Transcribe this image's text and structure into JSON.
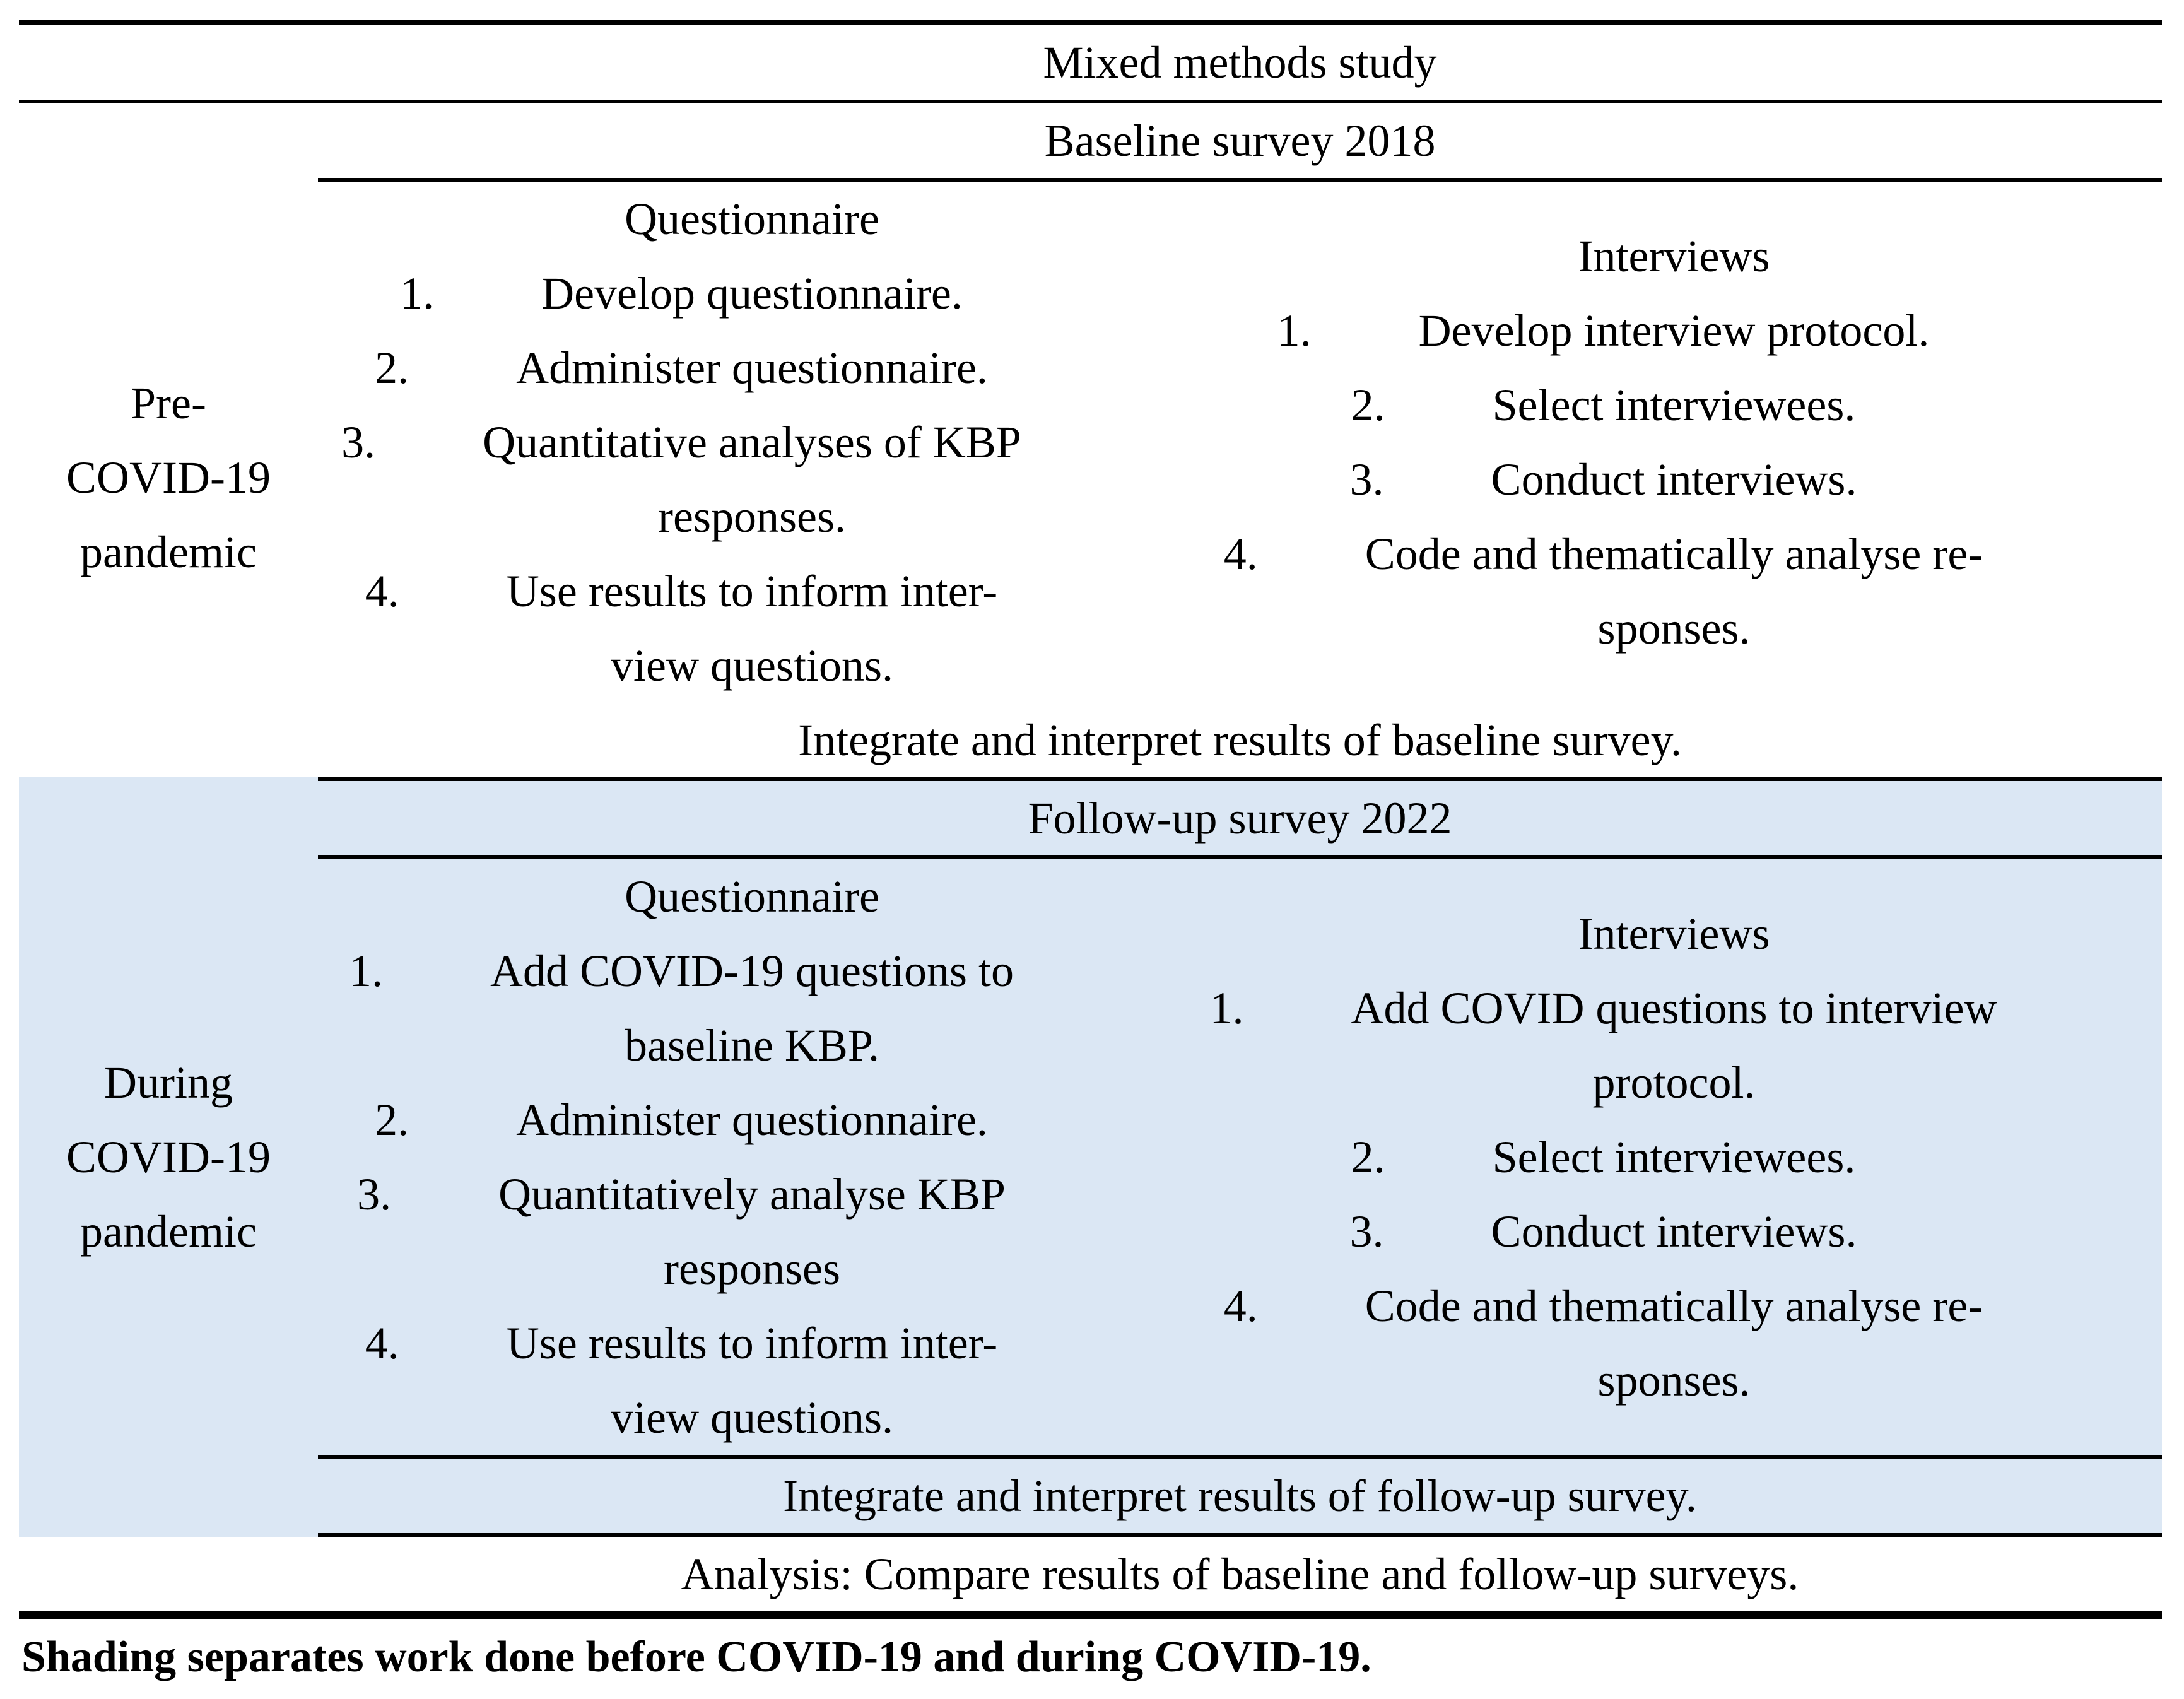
{
  "table": {
    "title": "Mixed methods study",
    "colors": {
      "shading": "#dbe7f4",
      "rule": "#000000"
    },
    "sections": {
      "baseline": {
        "row_label": {
          "lines": [
            "Pre-",
            "COVID-19",
            "pandemic"
          ]
        },
        "survey_header": "Baseline survey 2018",
        "questionnaire": {
          "heading": "Questionnaire",
          "items": [
            {
              "num": "1.",
              "lines": [
                "Develop questionnaire."
              ]
            },
            {
              "num": "2.",
              "lines": [
                "Administer questionnaire."
              ]
            },
            {
              "num": "3.",
              "lines": [
                "Quantitative analyses of KBP",
                "responses."
              ]
            },
            {
              "num": "4.",
              "lines": [
                "Use results to inform inter-",
                "view questions."
              ]
            }
          ]
        },
        "interviews": {
          "heading": "Interviews",
          "items": [
            {
              "num": "1.",
              "lines": [
                "Develop interview protocol."
              ]
            },
            {
              "num": "2.",
              "lines": [
                "Select interviewees."
              ]
            },
            {
              "num": "3.",
              "lines": [
                "Conduct interviews."
              ]
            },
            {
              "num": "4.",
              "lines": [
                "Code and thematically analyse re-",
                "sponses."
              ]
            }
          ]
        },
        "integrate": "Integrate and interpret results of baseline survey."
      },
      "during": {
        "row_label": {
          "lines": [
            "During",
            "COVID-19",
            "pandemic"
          ]
        },
        "survey_header": "Follow-up survey 2022",
        "questionnaire": {
          "heading": "Questionnaire",
          "items": [
            {
              "num": "1.",
              "lines": [
                "Add COVID-19 questions to",
                "baseline KBP."
              ]
            },
            {
              "num": "2.",
              "lines": [
                "Administer questionnaire."
              ]
            },
            {
              "num": "3.",
              "lines": [
                "Quantitatively analyse KBP",
                "responses"
              ]
            },
            {
              "num": "4.",
              "lines": [
                "Use results to inform inter-",
                "view questions."
              ]
            }
          ]
        },
        "interviews": {
          "heading": "Interviews",
          "items": [
            {
              "num": "1.",
              "lines": [
                "Add COVID questions to interview",
                "protocol."
              ]
            },
            {
              "num": "2.",
              "lines": [
                "Select interviewees."
              ]
            },
            {
              "num": "3.",
              "lines": [
                "Conduct interviews."
              ]
            },
            {
              "num": "4.",
              "lines": [
                "Code and thematically analyse re-",
                "sponses."
              ]
            }
          ]
        },
        "integrate": "Integrate and interpret results of follow-up survey."
      }
    },
    "analysis": "Analysis: Compare results of baseline and follow-up surveys.",
    "note": "Shading separates work done before COVID-19 and during COVID-19."
  },
  "caption": "Shading separates work done before COVID-19 and during COVID-19."
}
